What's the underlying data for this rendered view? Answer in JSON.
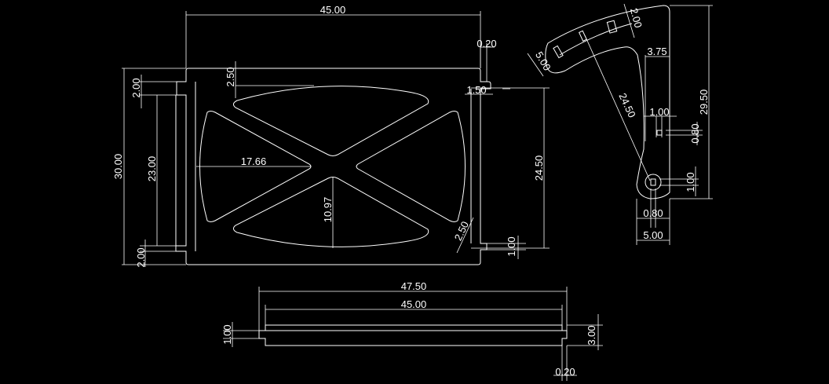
{
  "colors": {
    "background": "#000000",
    "lines": "#ffffff"
  },
  "top_view": {
    "overall_width": "45.00",
    "tab_offset": "0.20",
    "top_margin": "2.50",
    "side_margin": "1.50",
    "top_tab": "2.00",
    "overall_height": "30.00",
    "inner_height": "23.00",
    "bottom_tab": "2.00",
    "left_pocket_width": "17.66",
    "bottom_pocket_height": "10.97",
    "rib_width": "2.50",
    "frame_height": "24.50",
    "right_tab": "1.00"
  },
  "side_view": {
    "arc_width": "2.00",
    "arm_end_width": "5.00",
    "offset": "3.75",
    "arm_length": "24.50",
    "slot_width": "1.00",
    "slot_height": "0.80",
    "overall_height": "29.50",
    "pivot_height": "1.00",
    "pivot_width": "0.80",
    "base_width": "5.00"
  },
  "bottom_view": {
    "overall_length": "47.50",
    "body_length": "45.00",
    "lip_height": "1.00",
    "thickness": "3.00",
    "lip_offset": "0.20"
  }
}
